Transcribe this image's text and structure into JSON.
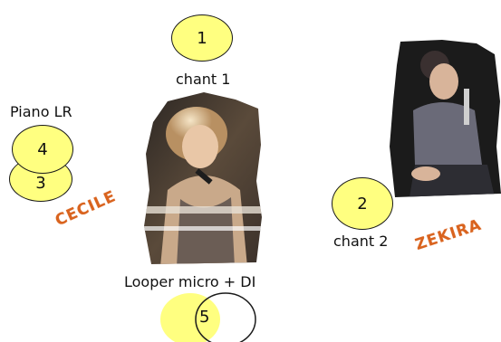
{
  "channels": [
    {
      "number": "1",
      "label": "chant 1"
    },
    {
      "number": "2",
      "label": "chant 2"
    },
    {
      "number": "3"
    },
    {
      "number": "4",
      "label": "Piano LR"
    },
    {
      "number": "5",
      "label": "Looper micro + DI"
    }
  ],
  "performers": {
    "left": "CECILE",
    "right": "ZEKIRA"
  },
  "colors": {
    "circle_fill": "#ffff80",
    "name_color": "#d9631e"
  }
}
